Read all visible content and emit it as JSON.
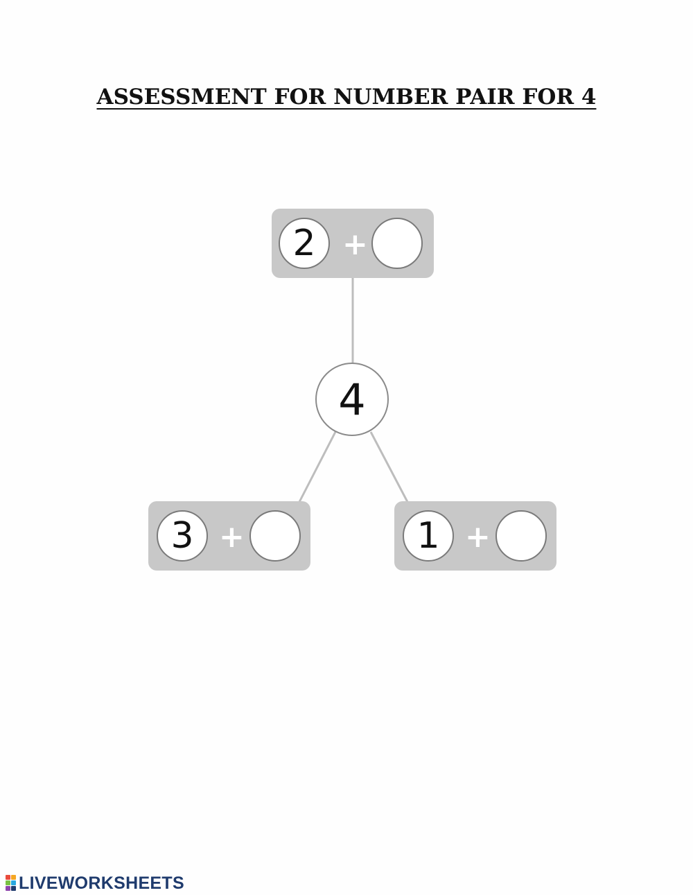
{
  "worksheet": {
    "title": "ASSESSMENT FOR NUMBER PAIR FOR 4"
  },
  "whole": {
    "value": "4"
  },
  "pairs": [
    {
      "known": "2",
      "operator": "+",
      "answer": ""
    },
    {
      "known": "3",
      "operator": "+",
      "answer": ""
    },
    {
      "known": "1",
      "operator": "+",
      "answer": ""
    }
  ],
  "branding": {
    "logo_text": "LIVEWORKSHEETS"
  },
  "colors": {
    "box_fill": "#c8c8c8",
    "line": "#bdbdbd",
    "logo_text": "#1f3b6d"
  }
}
